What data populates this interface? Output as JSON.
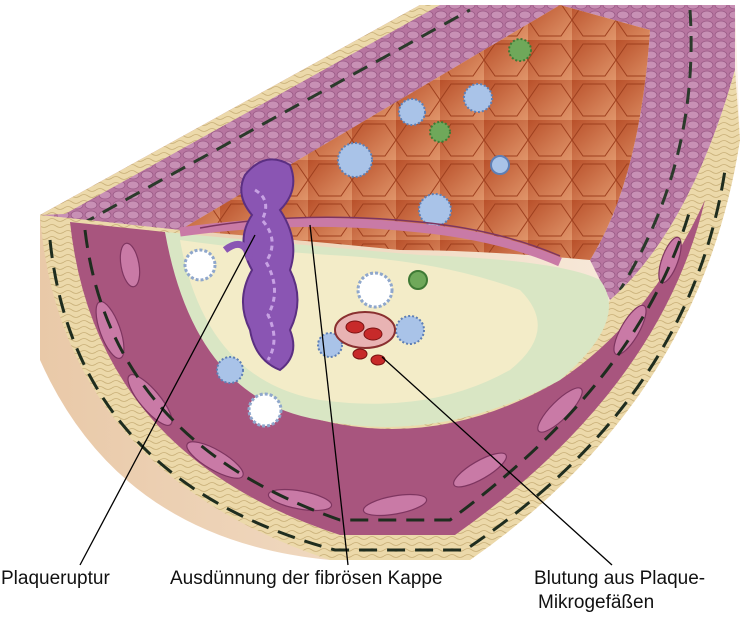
{
  "labels": {
    "plaque_rupture": "Plaqueruptur",
    "cap_thinning": "Ausdünnung der fibrösen Kappe",
    "hemorrhage_line1": "Blutung aus Plaque-",
    "hemorrhage_line2": "Mikrogefäßen"
  },
  "colors": {
    "muscle": "#a8557e",
    "muscle_dark": "#7e3560",
    "muscle_cell": "#c97aa6",
    "adventitia": "#ead8a8",
    "intima": "#d9e6c4",
    "lumen": "#c8683e",
    "plaque_core": "#f3ecc8",
    "rupture": "#8a55b3",
    "foam_cell": "#a9c3e8",
    "blood_cell": "#c72a2a",
    "outer_tube": "#f0d6b8"
  },
  "icons": [
    "rupture-clot",
    "foam-cell",
    "red-blood-cell",
    "leukocyte"
  ]
}
